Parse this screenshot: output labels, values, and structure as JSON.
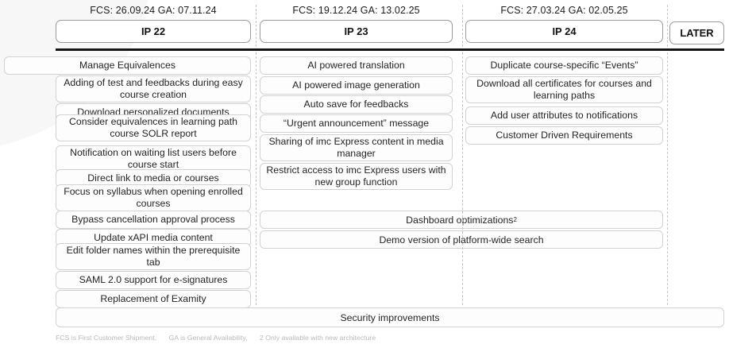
{
  "columns": [
    {
      "id": "ip22",
      "dates": "FCS: 26.09.24 GA: 07.11.24",
      "label": "IP 22",
      "cards": [
        "Manage Equivalences",
        "Adding of test and feedbacks during easy course creation",
        "Download personalized documents",
        "Consider equivalences in learning path course SOLR report",
        "Notification on waiting list users before course start",
        "Direct link to media or courses",
        "Focus on syllabus when opening enrolled courses",
        "Bypass cancellation approval process",
        "Update xAPI media content",
        "Edit folder names within the prerequisite tab",
        "SAML 2.0 support for e-signatures",
        "Replacement of Examity"
      ]
    },
    {
      "id": "ip23",
      "dates": "FCS: 19.12.24 GA: 13.02.25",
      "label": "IP 23",
      "cards": [
        "AI powered translation",
        "AI powered image generation",
        "Auto save for feedbacks",
        "“Urgent announcement” message",
        "Sharing of imc Express content in media manager",
        "Restrict access to imc Express users with new group function"
      ]
    },
    {
      "id": "ip24",
      "dates": "FCS: 27.03.24 GA: 02.05.25",
      "label": "IP 24",
      "cards": [
        "Duplicate course-specific “Events”",
        "Download all certificates for courses and learning paths",
        "Add user attributes to notifications",
        "Customer Driven Requirements"
      ]
    },
    {
      "id": "later",
      "dates": "",
      "label": "LATER",
      "cards": []
    }
  ],
  "spanning_cards": [
    {
      "text": "Dashboard optimizations",
      "superscript": "2"
    },
    {
      "text": "Demo version of platform-wide search",
      "superscript": ""
    }
  ],
  "full_width_card": "Security improvements",
  "footnote": {
    "part1": "FCS is First Customer Shipment,",
    "part2": "GA is General Availability,",
    "part3": "2 Only available with new architecture"
  },
  "colors": {
    "rule": "#141414",
    "card_border": "#d2d2d2",
    "divider": "#c6c6c6",
    "footnote_text": "#b9b9b9"
  }
}
